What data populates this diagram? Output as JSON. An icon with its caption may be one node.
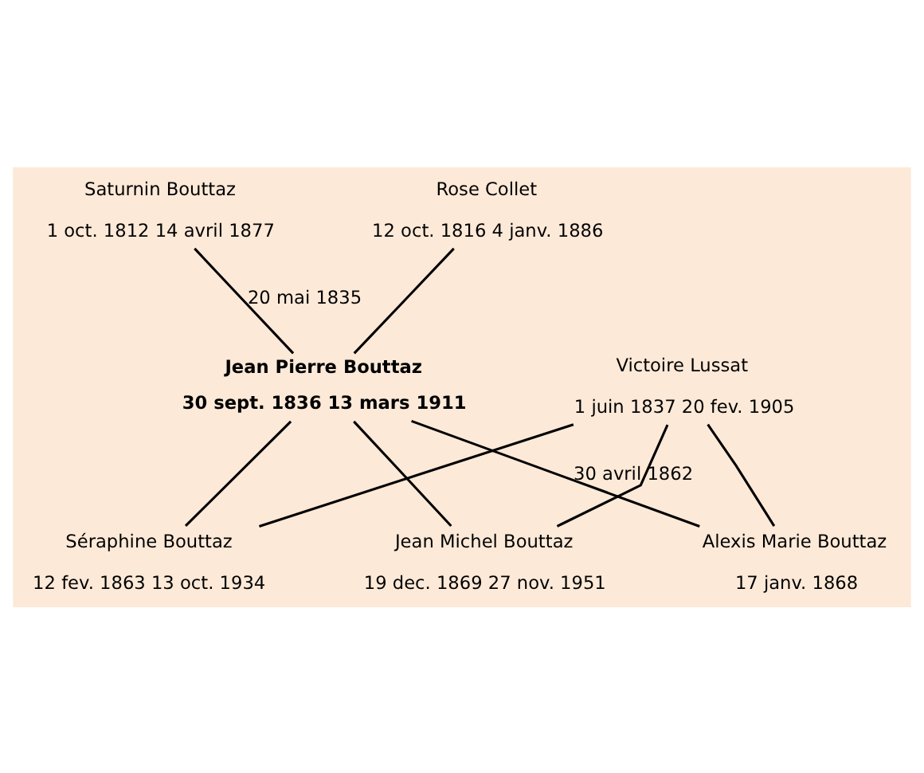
{
  "diagram": {
    "nodes": [
      {
        "text": [
          "Saturnin Bouttaz",
          "1 oct. 1812 14 avril 1877"
        ]
      },
      {
        "text": [
          "Rose Collet",
          "12 oct. 1816 4 janv. 1886"
        ]
      },
      {
        "text": [
          "Jean Pierre Bouttaz",
          "30 sept. 1836 13 mars 1911"
        ]
      },
      {
        "text": [
          "Victoire Lussat",
          "1 juin 1837 20 fev. 1905"
        ]
      },
      {
        "text": [
          "Séraphine Bouttaz",
          "12 fev. 1863 13 oct. 1934"
        ]
      },
      {
        "text": [
          "Alexis Marie Bouttaz",
          "17 janv. 1868"
        ]
      },
      {
        "text": [
          "Jean Michel Bouttaz",
          "19 dec. 1869 27 nov. 1951"
        ]
      }
    ],
    "edges": [
      {
        "from": 0,
        "to": 2,
        "arrow": "none",
        "label": "20 mai 1835"
      },
      {
        "from": 1,
        "to": 2,
        "arrow": "none"
      },
      {
        "from": 2,
        "to": 4,
        "arrow": "none"
      },
      {
        "from": 2,
        "to": 5,
        "arrow": "none",
        "label": "30 avril 1862"
      },
      {
        "from": 2,
        "to": 6,
        "arrow": "none"
      },
      {
        "from": 3,
        "to": 4,
        "arrow": "none"
      },
      {
        "from": 3,
        "to": 5,
        "arrow": "none"
      },
      {
        "from": 3,
        "to": 6,
        "arrow": "none"
      }
    ]
  }
}
